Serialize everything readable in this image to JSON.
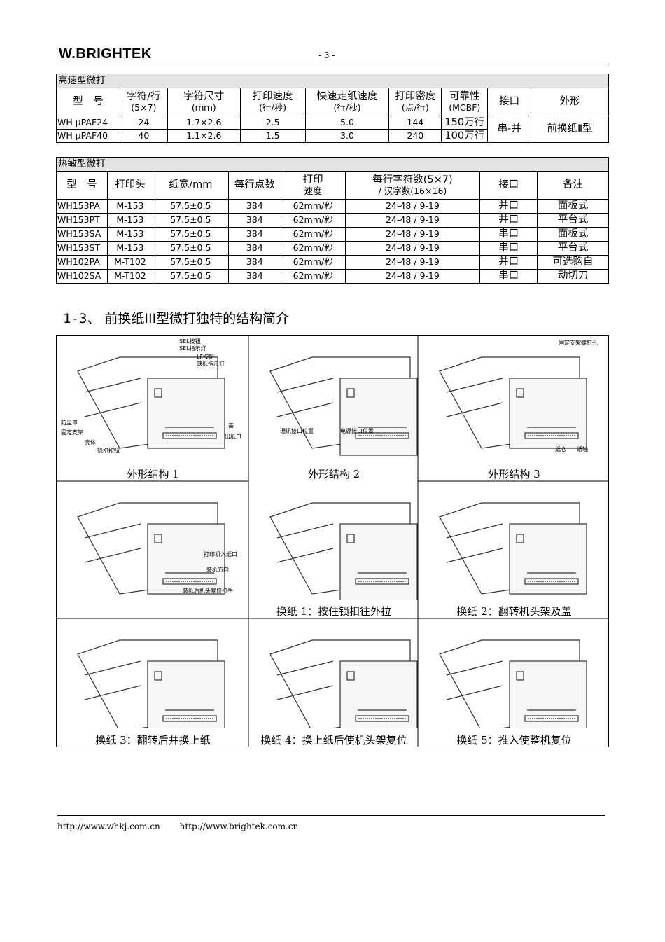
{
  "header": {
    "logo": "W.BRIGHTEK",
    "page_number": "- 3 -"
  },
  "table1": {
    "caption": "高速型微打",
    "headers": [
      {
        "line1": "型　号",
        "line2": ""
      },
      {
        "line1": "字符/行",
        "line2": "(5×7)"
      },
      {
        "line1": "字符尺寸",
        "line2": "(ｍｍ)"
      },
      {
        "line1": "打印速度",
        "line2": "(行/秒)"
      },
      {
        "line1": "快速走纸速度",
        "line2": "(行/秒)"
      },
      {
        "line1": "打印密度",
        "line2": "(点/行)"
      },
      {
        "line1": "可靠性",
        "line2": "(MCBF)"
      },
      {
        "line1": "接口",
        "line2": ""
      },
      {
        "line1": "外形",
        "line2": ""
      }
    ],
    "rows": [
      [
        "WH μPAF24",
        "24",
        "1.7×2.6",
        "2.5",
        "5.0",
        "144",
        "150万行"
      ],
      [
        "WH μPAF40",
        "40",
        "1.1×2.6",
        "1.5",
        "3.0",
        "240",
        "100万行"
      ]
    ],
    "interface": "串-并",
    "shape": "前换纸Ⅱ型"
  },
  "table2": {
    "caption": "热敏型微打",
    "headers": [
      {
        "line1": "型　号",
        "line2": ""
      },
      {
        "line1": "打印头",
        "line2": ""
      },
      {
        "line1": "纸宽/mm",
        "line2": ""
      },
      {
        "line1": "每行点数",
        "line2": ""
      },
      {
        "line1": "打印",
        "line2": "速度"
      },
      {
        "line1": "每行字符数(5×7)",
        "line2": "/ 汉字数(16×16)"
      },
      {
        "line1": "接口",
        "line2": ""
      },
      {
        "line1": "备注",
        "line2": ""
      }
    ],
    "rows": [
      [
        "WH153PA",
        "M-153",
        "57.5±0.5",
        "384",
        "62mm/秒",
        "24-48 / 9-19",
        "并口",
        "面板式"
      ],
      [
        "WH153PT",
        "M-153",
        "57.5±0.5",
        "384",
        "62mm/秒",
        "24-48 / 9-19",
        "并口",
        "平台式"
      ],
      [
        "WH153SA",
        "M-153",
        "57.5±0.5",
        "384",
        "62mm/秒",
        "24-48 / 9-19",
        "串口",
        "面板式"
      ],
      [
        "WH153ST",
        "M-153",
        "57.5±0.5",
        "384",
        "62mm/秒",
        "24-48 / 9-19",
        "串口",
        "平台式"
      ],
      [
        "WH102PA",
        "M-T102",
        "57.5±0.5",
        "384",
        "62mm/秒",
        "24-48 / 9-19",
        "并口",
        "可选购自"
      ],
      [
        "WH102SA",
        "M-T102",
        "57.5±0.5",
        "384",
        "62mm/秒",
        "24-48 / 9-19",
        "串口",
        "动切刀"
      ]
    ]
  },
  "section": {
    "number": "1-3、",
    "title": "前换纸III型微打独特的结构简介"
  },
  "figures": {
    "captions": [
      "外形结构 1",
      "外形结构 2",
      "外形结构 3",
      "",
      "换纸 1：按住锁扣往外拉",
      "换纸 2：翻转机头架及盖",
      "换纸 3：翻转后并换上纸",
      "换纸 4：换上纸后使机头架复位",
      "换纸 5：推入使整机复位"
    ],
    "fig1_labels": [
      "SEL按钮",
      "SEL指示灯",
      "LF按钮",
      "缺纸指示灯",
      "防尘罩",
      "固定支架",
      "壳体",
      "锁扣按钮",
      "盖",
      "出纸口"
    ],
    "fig2_labels": [
      "通讯接口位置",
      "电源接口位置"
    ],
    "fig3_labels": [
      "固定支架螺钉孔",
      "纸仓",
      "纸轴"
    ],
    "fig4_labels": [
      "打印机入纸口",
      "装纸方向",
      "装纸后机头复位拉手"
    ]
  },
  "footer": {
    "url1": "http://www.whkj.com.cn",
    "url2": "http://www.brightek.com.cn"
  }
}
